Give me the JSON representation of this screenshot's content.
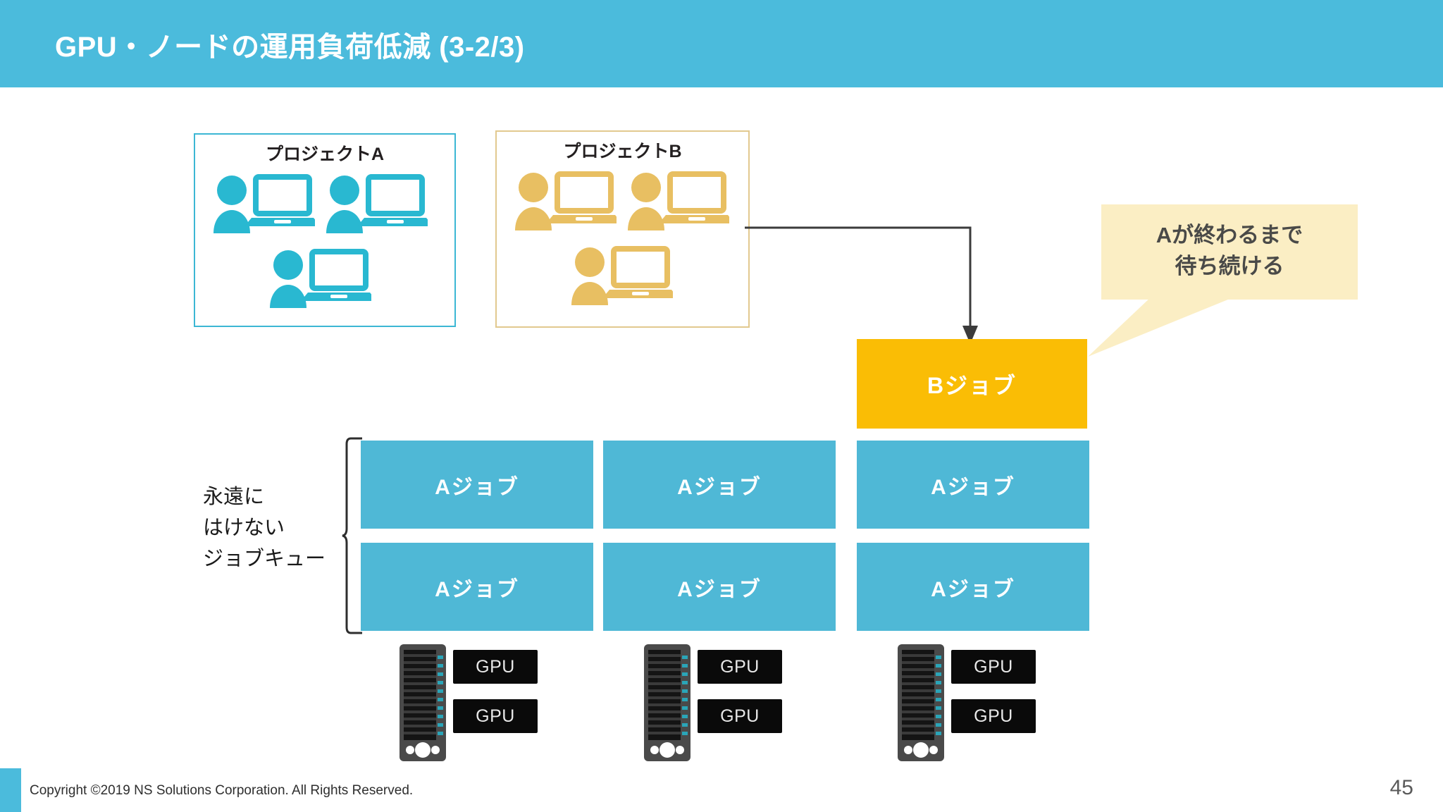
{
  "slide": {
    "title": "GPU・ノードの運用負荷低減 (3-2/3)",
    "page_number": "45",
    "footer": "Copyright ©2019 NS Solutions Corporation. All Rights Reserved.",
    "colors": {
      "header_band": "#4bbbdc",
      "project_a_accent": "#3cb7d4",
      "project_b_accent": "#e2c98f",
      "job_a_fill": "#4fb8d6",
      "job_b_fill": "#fabd05",
      "callout_fill": "#fbeec4",
      "callout_text": "#4a4a48",
      "gpu_chip_fill": "#0a0a0a"
    }
  },
  "projects": [
    {
      "id": "project-a",
      "title": "プロジェクトA",
      "member_count": 3,
      "icon_color": "#29b8d1",
      "border_color": "#3cb7d4"
    },
    {
      "id": "project-b",
      "title": "プロジェクトB",
      "member_count": 3,
      "icon_color": "#e8bf62",
      "border_color": "#e2c98f"
    }
  ],
  "callout": {
    "text": "Aが終わるまで\n待ち続ける",
    "points_to": "job-b"
  },
  "jobs": {
    "pending_job": {
      "label": "Bジョブ",
      "state": "waiting"
    },
    "queue_label": "永遠に\nはけない\nジョブキュー",
    "running_jobs": [
      {
        "label": "Aジョブ",
        "column": 1,
        "row": 1
      },
      {
        "label": "Aジョブ",
        "column": 2,
        "row": 1
      },
      {
        "label": "Aジョブ",
        "column": 3,
        "row": 1
      },
      {
        "label": "Aジョブ",
        "column": 1,
        "row": 2
      },
      {
        "label": "Aジョブ",
        "column": 2,
        "row": 2
      },
      {
        "label": "Aジョブ",
        "column": 3,
        "row": 2
      }
    ]
  },
  "nodes": [
    {
      "id": "node-1",
      "gpus": [
        "GPU",
        "GPU"
      ]
    },
    {
      "id": "node-2",
      "gpus": [
        "GPU",
        "GPU"
      ]
    },
    {
      "id": "node-3",
      "gpus": [
        "GPU",
        "GPU"
      ]
    }
  ]
}
